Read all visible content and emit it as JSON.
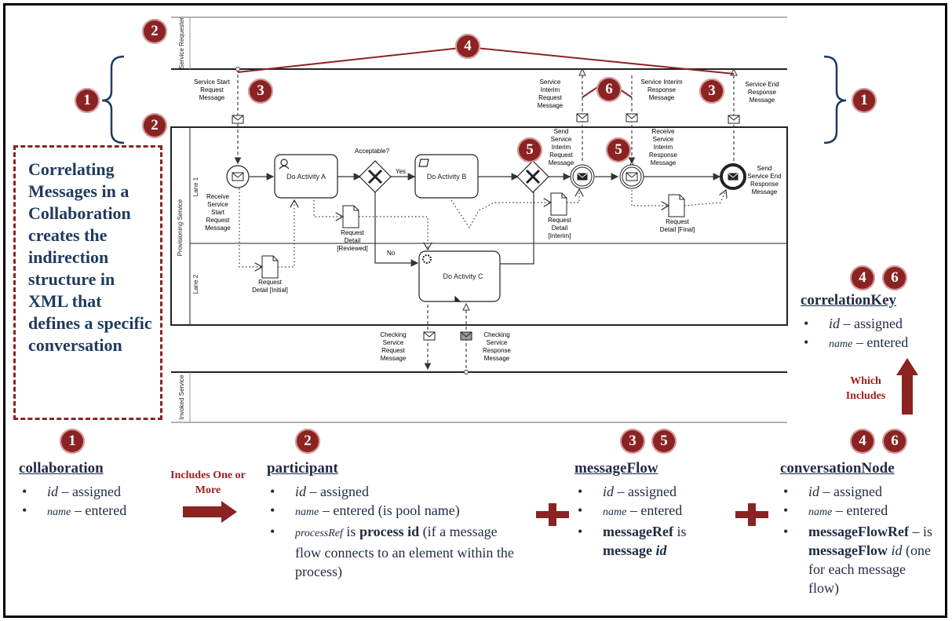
{
  "callout": {
    "text": "Correlating Messages in a Collaboration creates the indirection structure in XML that defines a specific conversation"
  },
  "badges": {
    "b1": "1",
    "b2": "2",
    "b3": "3",
    "b4": "4",
    "b5": "5",
    "b6": "6"
  },
  "pools": {
    "requester": "Service Requester",
    "provisioning": "Provisioning Service",
    "invoked": "Invoked Service",
    "lane1": "Lane 1",
    "lane2": "Lane 2"
  },
  "tasks": {
    "a": "Do Activity A",
    "b": "Do Activity B",
    "c": "Do Activity C"
  },
  "gateway_labels": {
    "q": "Acceptable?",
    "yes": "Yes",
    "no": "No"
  },
  "messages": {
    "start": "Service Start Request Message",
    "interim_req": "Service Interim Request Message",
    "interim_resp": "Service Interim Response Message",
    "end": "Service End Response Message",
    "check_req": "Checking Service Request Message",
    "check_resp": "Checking Service Response Message"
  },
  "events": {
    "receive_start": "Receive Service Start Request Message",
    "send_interim": "Send Service Interim Request Message",
    "receive_interim": "Receive Service Interim Response Message",
    "send_end": "Send Service End Response Message"
  },
  "data_objects": {
    "initial": "Request Detail [Initial]",
    "reviewed": "Request Detail [Reviewed]",
    "interim": "Request Detail [Interim]",
    "final": "Request Detail [Final]"
  },
  "collaboration": {
    "title": "collaboration",
    "id": "id",
    "id_rest": "– assigned",
    "name": "name",
    "name_rest": "– entered"
  },
  "arrow1": {
    "label": "Includes One or More"
  },
  "participant": {
    "title": "participant",
    "id": "id",
    "id_rest": "– assigned",
    "name": "name",
    "name_rest": "– entered (is pool name)",
    "pref": "processRef",
    "pref_mid": " is ",
    "pref_b": "process id",
    "pref_rest": " (if a message flow connects to an element within the process)"
  },
  "messageFlow": {
    "title": "messageFlow",
    "id": "id",
    "id_rest": "– assigned",
    "name": "name",
    "name_rest": "– entered",
    "mref": "messageRef",
    "mref_mid": " is ",
    "mref_b": "message",
    "mref_i": "id"
  },
  "conversationNode": {
    "title": "conversationNode",
    "id": "id",
    "id_rest": "– assigned",
    "name": "name",
    "name_rest": "– entered",
    "mfr": "messageFlowRef",
    "mfr_rest": " – is ",
    "mfr_b": "messageFlow",
    "mfr_i": "id",
    "mfr_tail": " (one for each message flow)"
  },
  "correlationKey": {
    "title": "correlationKey",
    "id": "id",
    "id_rest": "– assigned",
    "name": "name",
    "name_rest": "– entered"
  },
  "arrow2": {
    "label": "Which Includes"
  },
  "colors": {
    "accent": "#8b2323",
    "navy": "#1f2a44",
    "bracket": "#1f3a5f"
  }
}
